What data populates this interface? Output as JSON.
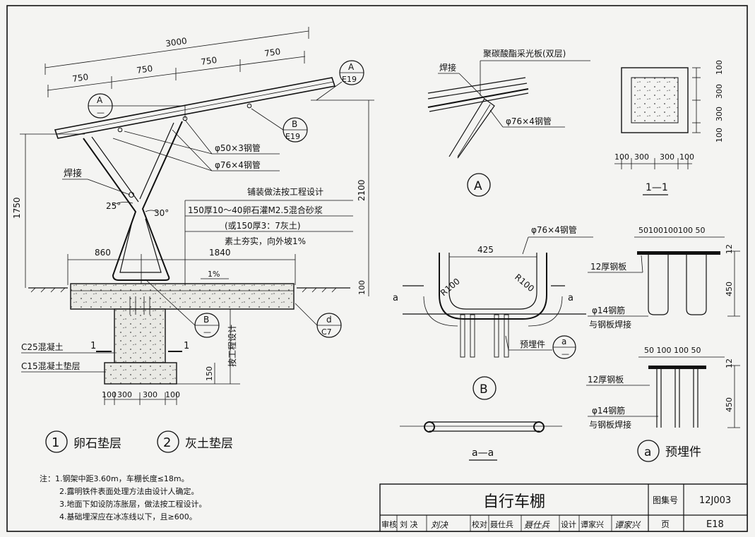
{
  "dims": {
    "total_top": "3000",
    "seg": [
      "750",
      "750",
      "750",
      "750"
    ],
    "h1750": "1750",
    "h2100": "2100",
    "w860": "860",
    "w1840": "1840",
    "slope": "1%",
    "ang25": "25°",
    "ang30": "30°",
    "h100": "100",
    "h150": "150",
    "bottom_row": [
      "100",
      "300",
      "300",
      "100"
    ],
    "mark1": "1"
  },
  "callouts": {
    "A_E19": {
      "letter": "A",
      "ref": "E19"
    },
    "A_dash": {
      "letter": "A",
      "ref": "—"
    },
    "B_E19": {
      "letter": "B",
      "ref": "E19"
    },
    "B_dash": {
      "letter": "B",
      "ref": "—"
    },
    "d_C7": {
      "letter": "d",
      "ref": "C7"
    }
  },
  "labels": {
    "pipe50": "φ50×3钢管",
    "pipe76": "φ76×4钢管",
    "weld": "焊接",
    "paving": "铺装做法按工程设计",
    "layer1": "150厚10～40卵石灌M2.5混合砂浆",
    "layer2": "(或150厚3：7灰土)",
    "layer3": "素土夯实，向外坡1%",
    "c25": "C25混凝土",
    "c15": "C15混凝土垫层",
    "by_design": "按工程设计"
  },
  "legend": [
    {
      "num": "1",
      "text": "卵石垫层"
    },
    {
      "num": "2",
      "text": "灰土垫层"
    }
  ],
  "detailA": {
    "weld": "焊接",
    "sheet": "聚碳酸酯采光板(双层)",
    "pipe": "φ76×4钢管",
    "tag": "A"
  },
  "section11": {
    "right_dims": [
      "100",
      "300",
      "300",
      "100"
    ],
    "bottom_dims": [
      "100",
      "300",
      "300",
      "100"
    ],
    "title": "1—1"
  },
  "detailB": {
    "width": "425",
    "pipe": "φ76×4钢管",
    "r_left": "R100",
    "r_right": "R100",
    "cut": "a",
    "embed": "预埋件",
    "embed_ref": {
      "letter": "a",
      "ref": "—"
    },
    "tag": "B"
  },
  "section_aa": {
    "title": "a—a"
  },
  "embed_detail": {
    "top_dims": "50100100100 50",
    "mid_dims": "50 100 100 50",
    "plate": "12厚钢板",
    "rebar1": "φ14钢筋",
    "rebar2": "与钢板焊接",
    "h12": "12",
    "h450": "450",
    "tag": "a",
    "title": "预埋件"
  },
  "notes": [
    "注：1.钢架中距3.60m，车棚长度≤18m。",
    "2.露明铁件表面处理方法由设计人确定。",
    "3.地面下如设防冻胀层，做法按工程设计。",
    "4.基础埋深应在冰冻线以下，且≥600。"
  ],
  "titleblock": {
    "title": "自行车棚",
    "atlas_label": "图集号",
    "atlas_no": "12J003",
    "page_label": "页",
    "page_no": "E18",
    "review_label": "审核",
    "reviewer": "刘 决",
    "review_sig": "刘决",
    "check_label": "校对",
    "checker": "聂仕兵",
    "check_sig": "聂仕兵",
    "design_label": "设计",
    "designer": "谭家兴",
    "design_sig": "谭家兴"
  }
}
